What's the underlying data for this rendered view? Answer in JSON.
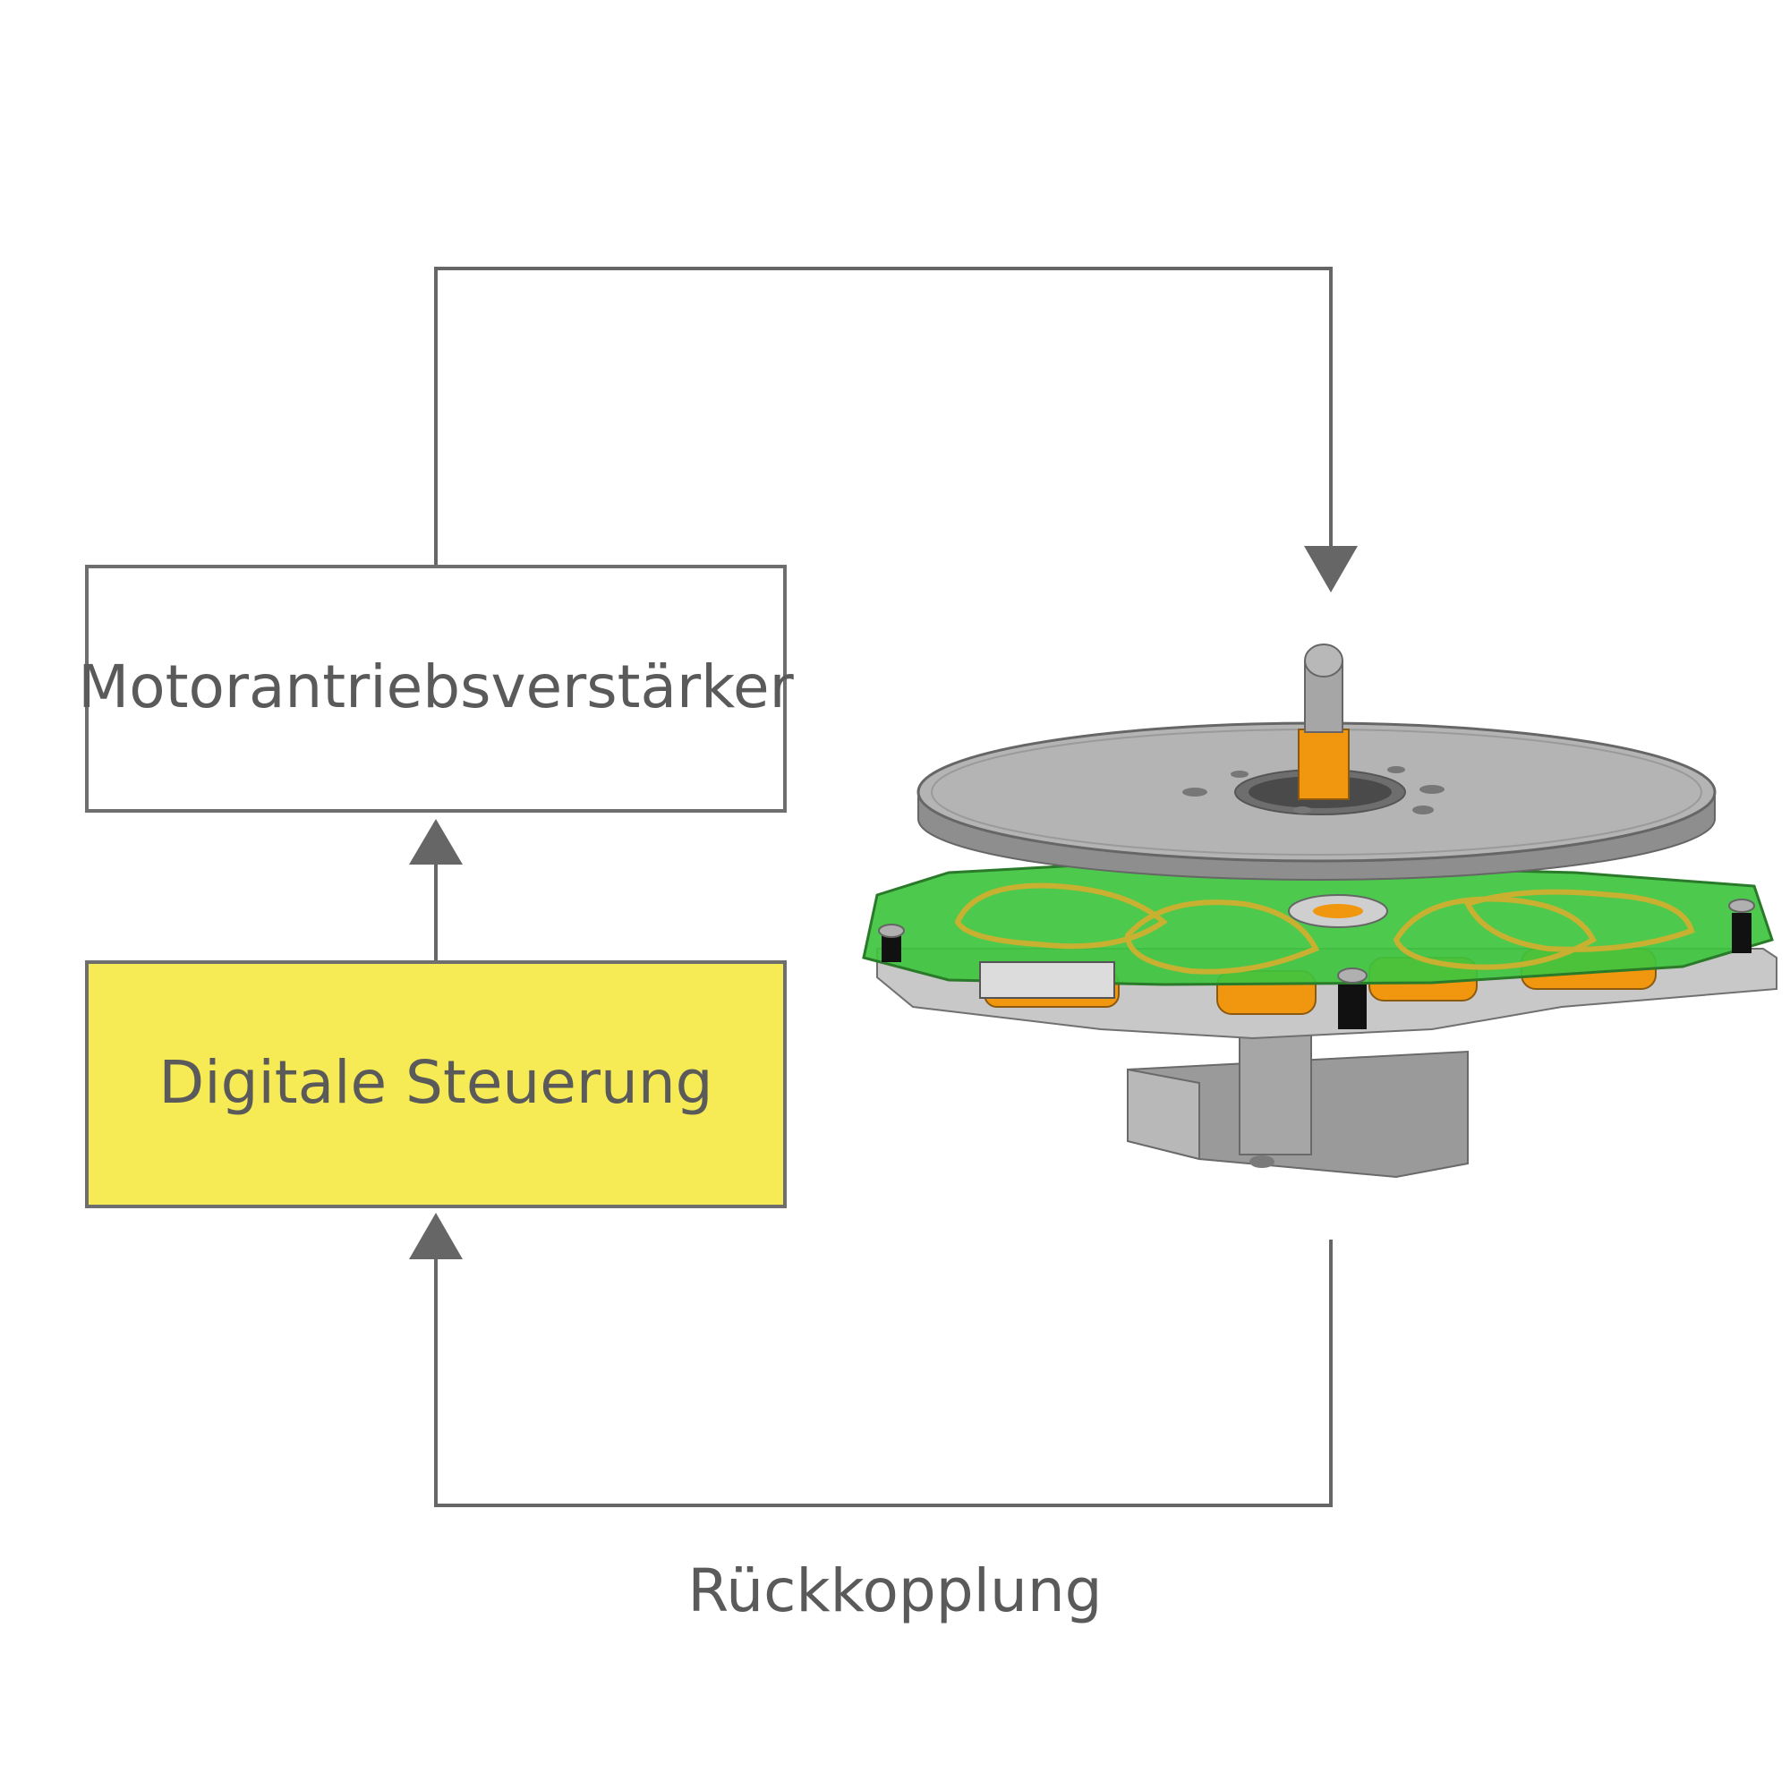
{
  "blocks": {
    "amplifier": {
      "label": "Motorantriebsverstärker",
      "fill": "#ffffff"
    },
    "controller": {
      "label": "Digitale Steuerung",
      "fill": "#f7eb55"
    }
  },
  "feedback": {
    "label": "Rückkopplung"
  },
  "colors": {
    "line": "#666666",
    "text": "#5a5a5a",
    "pcb": "#3ec43e",
    "coil": "#f0960f",
    "disc": "#b4b4b4"
  },
  "motor": {
    "icon": "brushless-disc-motor-icon"
  }
}
